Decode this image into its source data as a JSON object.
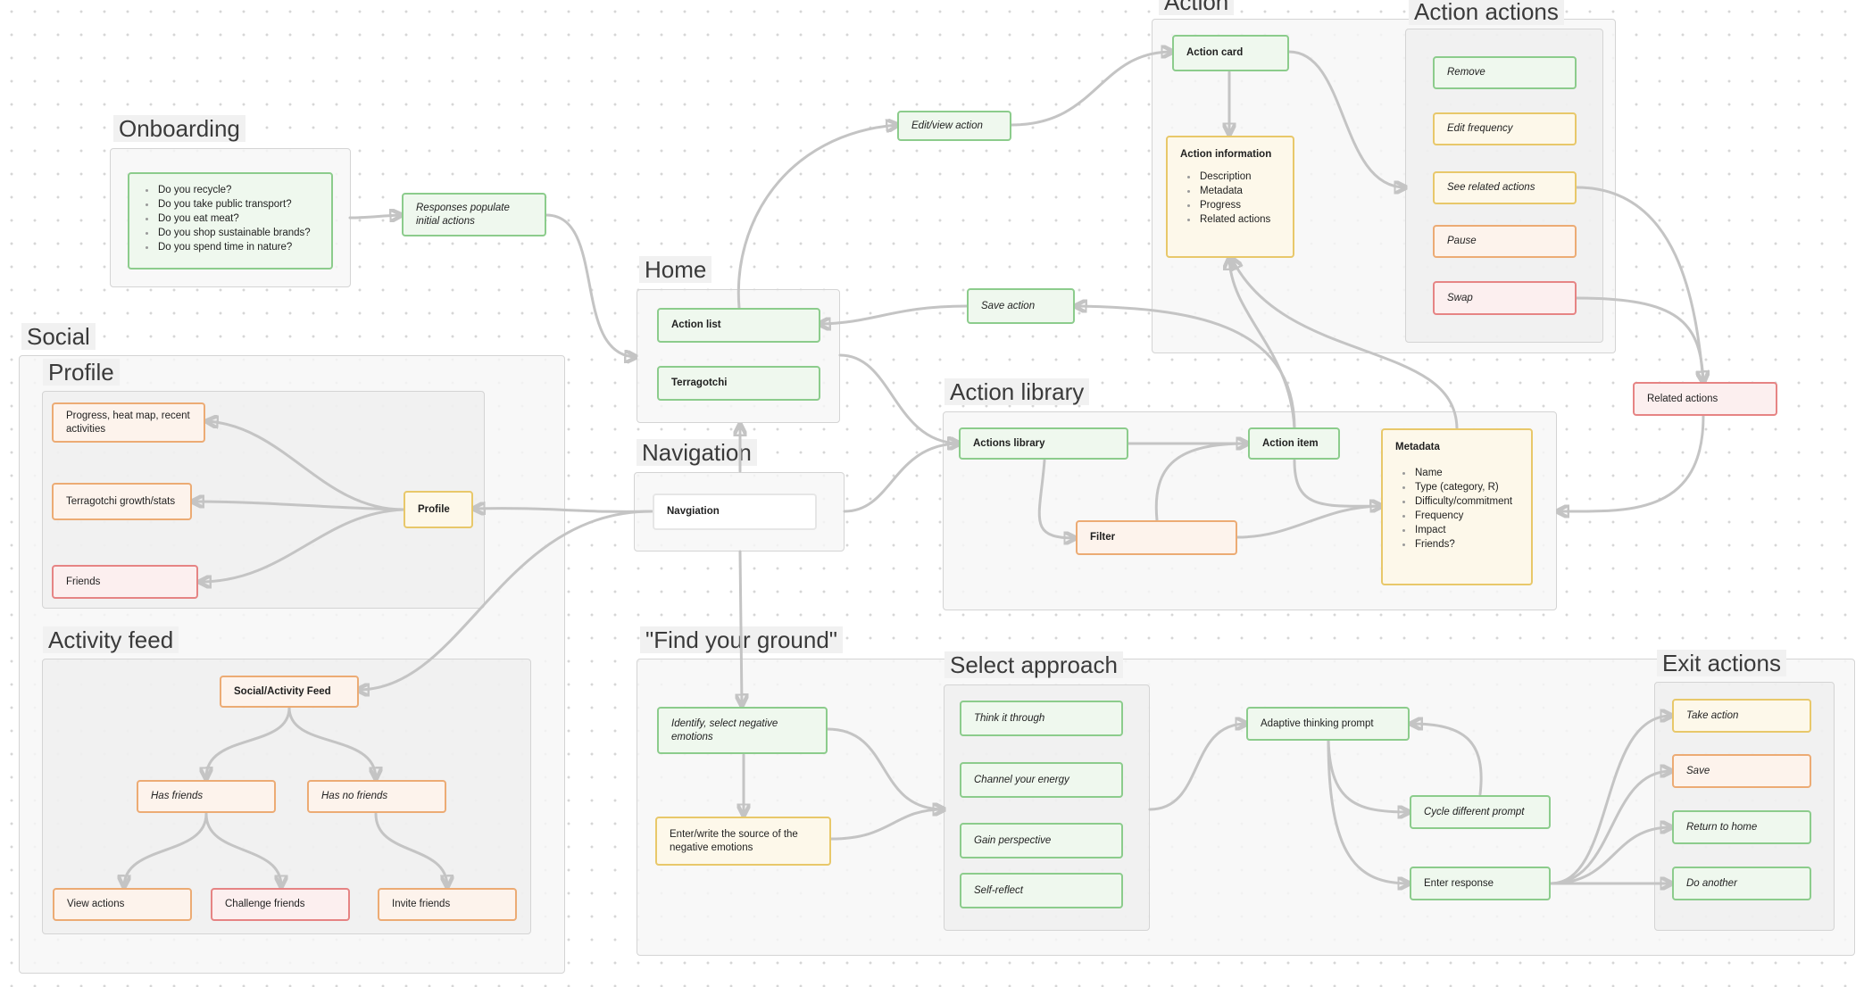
{
  "sections": {
    "action": "Action",
    "action_actions": "Action actions",
    "onboarding": "Onboarding",
    "home": "Home",
    "social": "Social",
    "profile": "Profile",
    "action_library": "Action library",
    "navigation": "Navigation",
    "activity_feed": "Activity feed",
    "find_your_ground": "\"Find your ground\"",
    "select_approach": "Select approach",
    "exit_actions": "Exit actions"
  },
  "nodes": {
    "onboarding_questions": {
      "items": [
        "Do you recycle?",
        "Do you take public transport?",
        "Do you eat meat?",
        "Do you shop sustainable brands?",
        "Do you spend time in nature?"
      ],
      "color": "green"
    },
    "responses": {
      "label": "Responses populate initial actions",
      "color": "green"
    },
    "edit_view_action": {
      "label": "Edit/view action",
      "color": "green"
    },
    "action_card": {
      "label": "Action card",
      "color": "green"
    },
    "action_information": {
      "title": "Action information",
      "items": [
        "Description",
        "Metadata",
        "Progress",
        "Related actions"
      ],
      "color": "yellow"
    },
    "remove": {
      "label": "Remove",
      "color": "green"
    },
    "edit_frequency": {
      "label": "Edit frequency",
      "color": "yellow"
    },
    "see_related_actions": {
      "label": "See related actions",
      "color": "yellow"
    },
    "pause": {
      "label": "Pause",
      "color": "orange"
    },
    "swap": {
      "label": "Swap",
      "color": "red"
    },
    "related_actions": {
      "label": "Related actions",
      "color": "red"
    },
    "action_list": {
      "label": "Action list",
      "color": "green"
    },
    "terragotchi": {
      "label": "Terragotchi",
      "color": "green"
    },
    "save_action": {
      "label": "Save action",
      "color": "green"
    },
    "actions_library": {
      "label": "Actions library",
      "color": "green"
    },
    "action_item": {
      "label": "Action item",
      "color": "green"
    },
    "metadata": {
      "title": "Metadata",
      "items": [
        "Name",
        "Type (category, R)",
        "Difficulty/commitment",
        "Frequency",
        "Impact",
        "Friends?"
      ],
      "color": "yellow"
    },
    "filter": {
      "label": "Filter",
      "color": "orange"
    },
    "navigation": {
      "label": "Navgiation",
      "color": "white"
    },
    "profile": {
      "label": "Profile",
      "color": "yellow"
    },
    "progress_heatmap": {
      "label": "Progress, heat map, recent activities",
      "color": "orange"
    },
    "terragotchi_growth": {
      "label": "Terragotchi growth/stats",
      "color": "orange"
    },
    "friends": {
      "label": "Friends",
      "color": "red"
    },
    "social_feed": {
      "label": "Social/Activity Feed",
      "color": "orange"
    },
    "has_friends": {
      "label": "Has friends",
      "color": "orange"
    },
    "has_no_friends": {
      "label": "Has no friends",
      "color": "orange"
    },
    "view_actions": {
      "label": "View actions",
      "color": "orange"
    },
    "challenge_friends": {
      "label": "Challenge friends",
      "color": "red"
    },
    "invite_friends": {
      "label": "Invite friends",
      "color": "orange"
    },
    "identify_emotions": {
      "label": "Identify, select negative emotions",
      "color": "green"
    },
    "enter_source": {
      "label": "Enter/write the source of the negative emotions",
      "color": "yellow"
    },
    "think_it_through": {
      "label": "Think it through",
      "color": "green"
    },
    "channel_energy": {
      "label": "Channel your energy",
      "color": "green"
    },
    "gain_perspective": {
      "label": "Gain perspective",
      "color": "green"
    },
    "self_reflect": {
      "label": "Self-reflect",
      "color": "green"
    },
    "adaptive_prompt": {
      "label": "Adaptive thinking prompt",
      "color": "green"
    },
    "cycle_prompt": {
      "label": "Cycle different prompt",
      "color": "green"
    },
    "enter_response": {
      "label": "Enter response",
      "color": "green"
    },
    "take_action": {
      "label": "Take action",
      "color": "yellow"
    },
    "save": {
      "label": "Save",
      "color": "orange"
    },
    "return_home": {
      "label": "Return to home",
      "color": "green"
    },
    "do_another": {
      "label": "Do another",
      "color": "green"
    }
  }
}
